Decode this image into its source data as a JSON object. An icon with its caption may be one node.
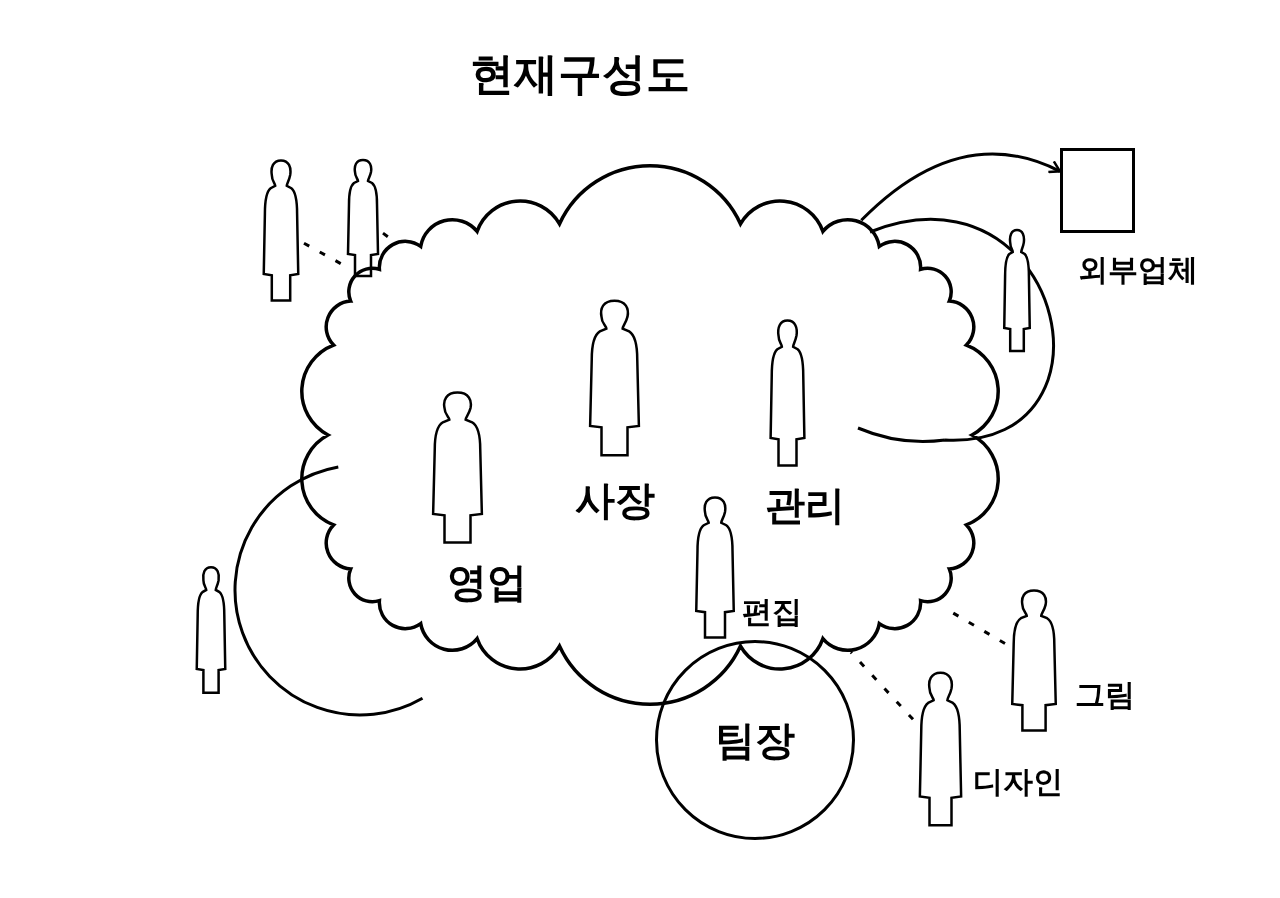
{
  "diagram": {
    "title": "현재구성도",
    "nodes": [
      {
        "text": [],
        "shape": "person"
      },
      {
        "text": [],
        "shape": "person"
      },
      {
        "text": [],
        "shape": "cloud"
      },
      {
        "text": [
          "사장"
        ],
        "in": 2
      },
      {
        "text": [
          "관리"
        ],
        "in": 2
      },
      {
        "text": [
          "영업"
        ],
        "in": 2
      },
      {
        "text": [
          "편집"
        ],
        "in": 2
      },
      {
        "text": [],
        "shape": "person"
      },
      {
        "text": [
          "외부업체"
        ]
      },
      {
        "text": [],
        "shape": "circle"
      },
      {
        "text": [],
        "shape": "person"
      },
      {
        "text": [
          "팀장"
        ]
      },
      {
        "text": [
          "그림"
        ]
      },
      {
        "text": [
          "디자인"
        ]
      }
    ],
    "edges": [
      {
        "from": 0,
        "to": 2,
        "arrow": "none",
        "style": "dashed"
      },
      {
        "from": 1,
        "to": 2,
        "arrow": "none",
        "style": "dashed"
      },
      {
        "from": 2,
        "to": 8,
        "arrow": "to"
      },
      {
        "from": 12,
        "to": 2,
        "arrow": "none",
        "style": "dashed"
      },
      {
        "from": 13,
        "to": 2,
        "arrow": "none",
        "style": "dashed"
      }
    ]
  }
}
